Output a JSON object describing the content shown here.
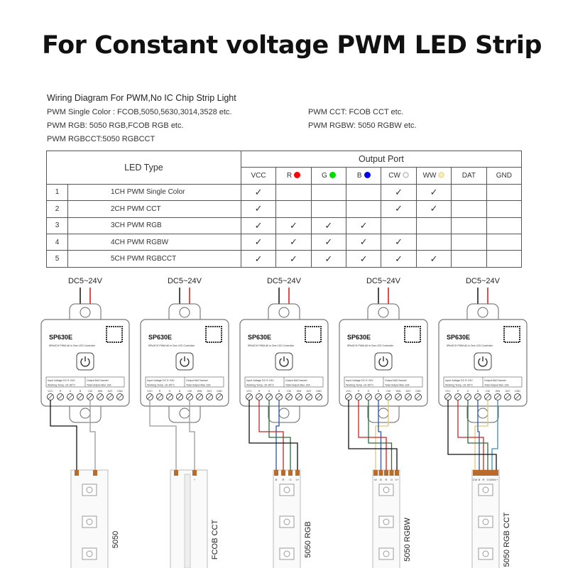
{
  "title": "For Constant voltage PWM LED Strip",
  "heading": "Wiring Diagram For PWM,No IC Chip Strip Light",
  "info": {
    "single": "PWM Single Color :  FCOB,5050,5630,3014,3528 etc.",
    "rgb": "PWM RGB:  5050 RGB,FCOB RGB etc.",
    "rgbcct": "PWM RGBCCT:5050 RGBCCT",
    "cct": "PWM CCT:  FCOB CCT etc.",
    "rgbw": "PWM RGBW: 5050 RGBW etc."
  },
  "table": {
    "led_type_header": "LED Type",
    "output_header": "Output Port",
    "ports": [
      {
        "label": "VCC",
        "color": ""
      },
      {
        "label": "R",
        "color": "#ff0000"
      },
      {
        "label": "G",
        "color": "#00dd00"
      },
      {
        "label": "B",
        "color": "#0000ee"
      },
      {
        "label": "CW",
        "color": "#dddddd"
      },
      {
        "label": "WW",
        "color": "#f3e6a8"
      },
      {
        "label": "DAT",
        "color": ""
      },
      {
        "label": "GND",
        "color": ""
      }
    ],
    "check_symbol": "✓",
    "rows": [
      {
        "num": "1",
        "type": "1CH PWM Single Color",
        "checks": [
          1,
          0,
          0,
          0,
          1,
          1,
          0,
          0
        ]
      },
      {
        "num": "2",
        "type": "2CH PWM CCT",
        "checks": [
          1,
          0,
          0,
          0,
          1,
          1,
          0,
          0
        ]
      },
      {
        "num": "3",
        "type": "3CH PWM RGB",
        "checks": [
          1,
          1,
          1,
          1,
          0,
          0,
          0,
          0
        ]
      },
      {
        "num": "4",
        "type": "4CH PWM RGBW",
        "checks": [
          1,
          1,
          1,
          1,
          1,
          0,
          0,
          0
        ]
      },
      {
        "num": "5",
        "type": "5CH PWM RGBCCT",
        "checks": [
          1,
          1,
          1,
          1,
          1,
          1,
          0,
          0
        ]
      }
    ]
  },
  "controller": {
    "model": "SP630E",
    "subtitle": "5Pin5CH PWM All in One LED Controller",
    "spec": [
      "Input Voltage DC 5~24V",
      "Output 6A/Channel",
      "Working Temp -10~60°C",
      "Total Output Max 12A"
    ],
    "terminals": [
      "VCC",
      "R",
      "G",
      "B",
      "CW",
      "WW",
      "DAT",
      "GND"
    ]
  },
  "wire_colors": {
    "vcc": "#111111",
    "r": "#cc2222",
    "g": "#2e6b3e",
    "b": "#2d55a0",
    "cw": "#e5c77a",
    "ww": "#3a8fb5",
    "single": "#999999"
  },
  "diagrams": [
    {
      "supply": "DC5~24V",
      "strip": "5050",
      "pins": [
        "",
        ""
      ],
      "wires": [
        "vcc",
        "single"
      ]
    },
    {
      "supply": "DC5~24V",
      "strip": "FCOB CCT",
      "pins": [
        "",
        "+"
      ],
      "wires": [
        "single",
        "single"
      ]
    },
    {
      "supply": "DC5~24V",
      "strip": "5050 RGB",
      "pins": [
        "B",
        "R",
        "G",
        "V+"
      ],
      "wires": [
        "b",
        "r",
        "g",
        "vcc"
      ]
    },
    {
      "supply": "DC5~24V",
      "strip": "5050 RGBW",
      "pins": [
        "W",
        "B",
        "R",
        "G",
        "V+"
      ],
      "wires": [
        "cw",
        "b",
        "r",
        "g",
        "vcc"
      ]
    },
    {
      "supply": "DC5~24V",
      "strip": "5050 RGB CCT",
      "pins": [
        "CW",
        "B",
        "R",
        "G",
        "WW",
        "V+"
      ],
      "wires": [
        "cw",
        "b",
        "r",
        "g",
        "ww",
        "vcc"
      ]
    }
  ]
}
